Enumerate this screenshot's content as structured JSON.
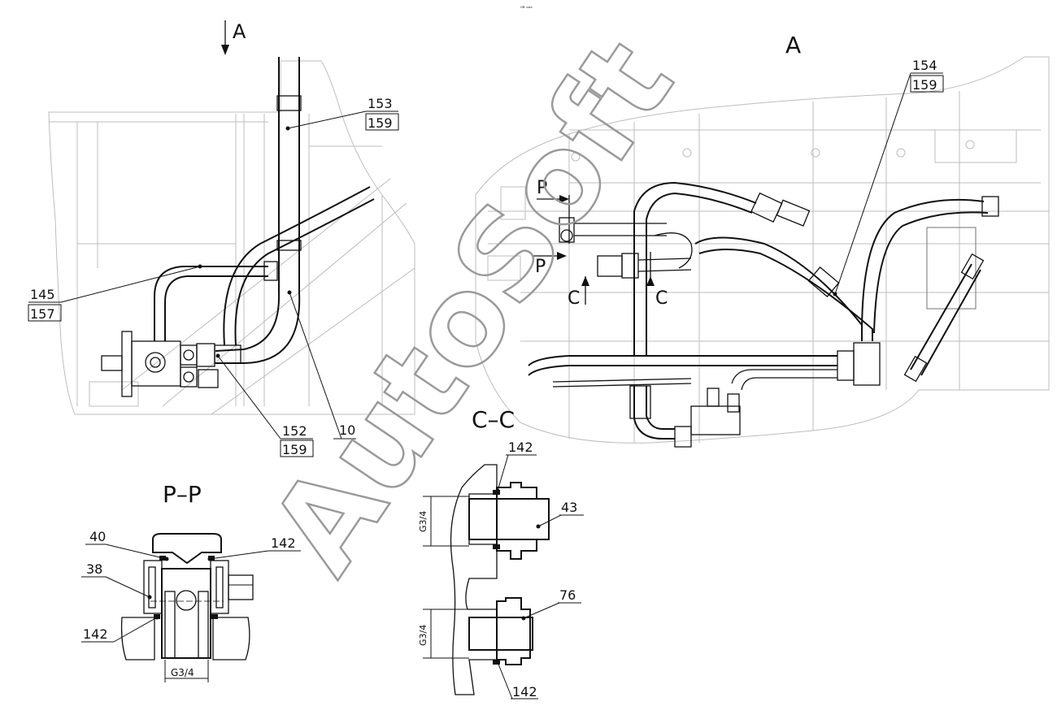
{
  "header": {
    "tiny_label": "ᴳᴮ ᵒᵒᵒ"
  },
  "views": {
    "arrow_a": "A",
    "view_a": "A",
    "section_pp": "P–P",
    "section_cc": "C–C",
    "mark_p_upper": "P",
    "mark_p_lower": "P",
    "mark_c_left": "C",
    "mark_c_right": "C"
  },
  "callouts_left": {
    "c153": "153",
    "c159a": "159",
    "c145": "145",
    "c157": "157",
    "c152": "152",
    "c159b": "159",
    "c10": "10"
  },
  "callouts_right": {
    "c154": "154",
    "c159": "159"
  },
  "callouts_pp": {
    "c40": "40",
    "c142a": "142",
    "c38": "38",
    "c142b": "142",
    "thread": "G3/4"
  },
  "callouts_cc": {
    "c142a": "142",
    "c43": "43",
    "thread1": "G3/4",
    "c76": "76",
    "thread2": "G3/4",
    "c142b": "142"
  },
  "watermark": "AutoSoft"
}
